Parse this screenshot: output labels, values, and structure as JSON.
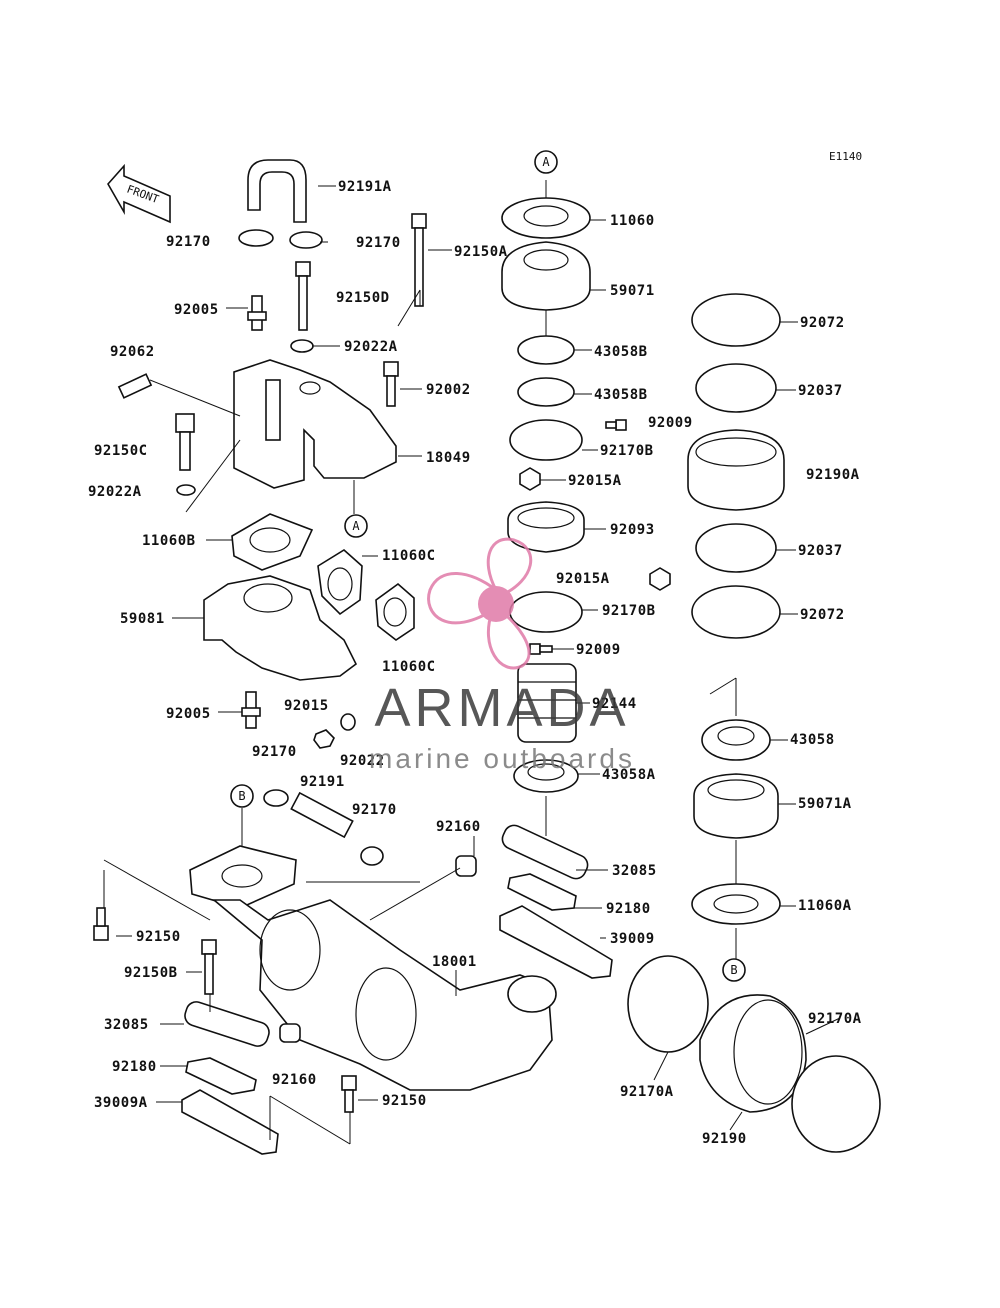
{
  "diagram_code": "E1140",
  "front_label": "FRONT",
  "callouts": [
    "A",
    "A",
    "B",
    "B"
  ],
  "watermark": {
    "brand": "ARMADA",
    "tagline": "marine outboards",
    "color": "#e07aa8"
  },
  "parts": [
    "92191A",
    "92170",
    "92170",
    "92150A",
    "92150D",
    "92005",
    "92022A",
    "92062",
    "92002",
    "92150C",
    "18049",
    "92022A",
    "11060B",
    "11060C",
    "59081",
    "11060C",
    "92005",
    "92015",
    "92022",
    "92170",
    "92191",
    "92170",
    "92150",
    "92150B",
    "32085",
    "92180",
    "39009A",
    "92160",
    "92150",
    "18001",
    "92160",
    "32085",
    "92180",
    "39009",
    "11060",
    "59071",
    "43058B",
    "43058B",
    "92170B",
    "92015A",
    "92093",
    "92015A",
    "92170B",
    "92009",
    "92144",
    "43058A",
    "92072",
    "92037",
    "92009",
    "92190A",
    "92037",
    "92072",
    "43058",
    "59071A",
    "11060A",
    "92170A",
    "92170A",
    "92190"
  ]
}
